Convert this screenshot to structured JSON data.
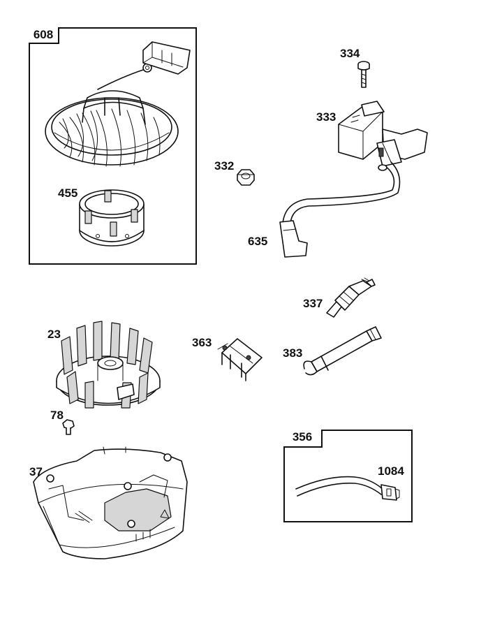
{
  "groups": {
    "g608": {
      "tag": "608"
    },
    "g356": {
      "tag": "356"
    }
  },
  "parts": {
    "p455": "455",
    "p334": "334",
    "p333": "333",
    "p332": "332",
    "p635": "635",
    "p337": "337",
    "p23": "23",
    "p363": "363",
    "p383": "383",
    "p78": "78",
    "p37": "37",
    "p1084": "1084"
  }
}
